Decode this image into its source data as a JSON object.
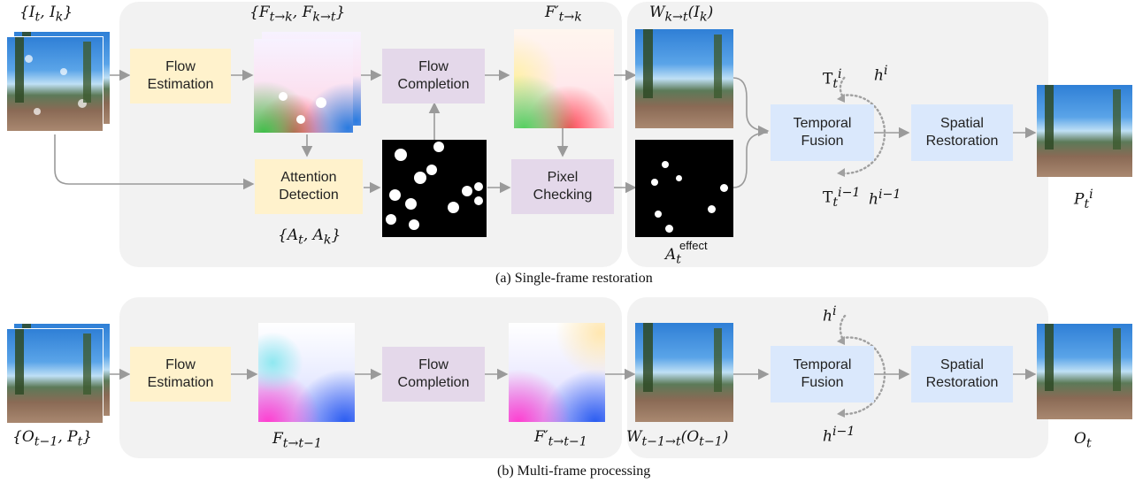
{
  "colors": {
    "panel": "#f2f2f2",
    "yellow_box": "#fff2cc",
    "purple_box": "#e4d8ea",
    "blue_box": "#dae8fc",
    "arrow": "#9a9a9a"
  },
  "row_a": {
    "label_input": "{I_t, I_k}",
    "label_flows": "{F_t→k, F_k→t}",
    "label_flow_completed": "F′_t→k",
    "label_warped": "W_k→t(I_k)",
    "label_attention": "{A_t, A_k}",
    "label_effect_main": "A_t",
    "label_effect_sup": "effect",
    "label_T_top": "T_t^i",
    "label_h_top": "h^i",
    "label_T_bottom": "T_t^{i−1}",
    "label_h_bottom": "h^{i−1}",
    "label_output": "P_t^i",
    "box_flow_estimation": "Flow\nEstimation",
    "box_flow_completion": "Flow\nCompletion",
    "box_attention_detection": "Attention\nDetection",
    "box_pixel_checking": "Pixel\nChecking",
    "box_temporal_fusion": "Temporal\nFusion",
    "box_spatial_restoration": "Spatial\nRestoration",
    "caption": "(a) Single-frame restoration"
  },
  "row_b": {
    "label_input": "{O_t−1, P_t}",
    "label_flow": "F_t→t−1",
    "label_flow_completed": "F′_t→t−1",
    "label_warped": "W_t−1→t(O_t−1)",
    "label_h_top": "h^i",
    "label_h_bottom": "h^{i−1}",
    "label_output": "O_t",
    "box_flow_estimation": "Flow\nEstimation",
    "box_flow_completion": "Flow\nCompletion",
    "box_temporal_fusion": "Temporal\nFusion",
    "box_spatial_restoration": "Spatial\nRestoration",
    "caption": "(b) Multi-frame processing"
  }
}
